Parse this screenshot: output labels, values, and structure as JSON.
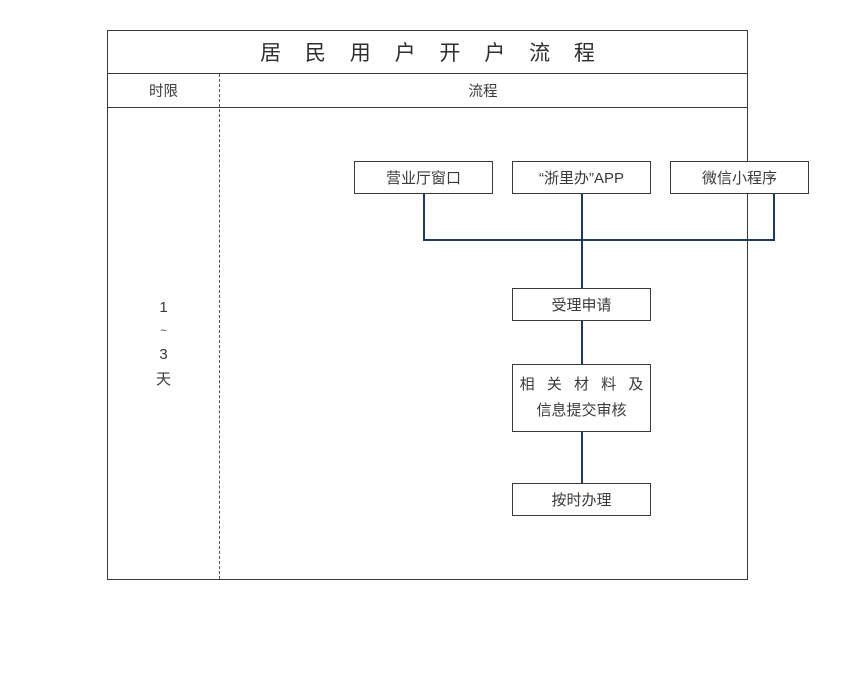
{
  "table": {
    "title": "居 民 用 户 开 户 流 程",
    "headers": {
      "time_limit": "时限",
      "flow": "流程"
    },
    "time_limit_value": {
      "from": "1",
      "separator": "~",
      "to": "3",
      "unit": "天"
    }
  },
  "chart_data": {
    "type": "diagram",
    "title": "居 民 用 户 开 户 流 程",
    "nodes": [
      {
        "id": "hall",
        "label": "营业厅窗口",
        "label_line2": "",
        "row": 1,
        "col": 1
      },
      {
        "id": "app",
        "label": "“浙里办”APP",
        "label_line2": "",
        "row": 1,
        "col": 2
      },
      {
        "id": "wechat",
        "label": "微信小程序",
        "label_line2": "",
        "row": 1,
        "col": 3
      },
      {
        "id": "accept",
        "label": "受理申请",
        "label_line2": "",
        "row": 2,
        "col": 2
      },
      {
        "id": "materials",
        "label": "相 关 材 料 及",
        "label_line2": "信息提交审核",
        "row": 3,
        "col": 2
      },
      {
        "id": "process",
        "label": "按时办理",
        "label_line2": "",
        "row": 4,
        "col": 2
      }
    ],
    "edges": [
      {
        "from": "hall",
        "to": "accept"
      },
      {
        "from": "app",
        "to": "accept"
      },
      {
        "from": "wechat",
        "to": "accept"
      },
      {
        "from": "accept",
        "to": "materials"
      },
      {
        "from": "materials",
        "to": "process"
      }
    ],
    "colors": {
      "connector": "#1f3a5f",
      "box_border": "#3a3a3a",
      "table_border": "#3a3a3a",
      "divider": "#555555",
      "background": "#ffffff",
      "text": "#3a3a3a"
    }
  }
}
